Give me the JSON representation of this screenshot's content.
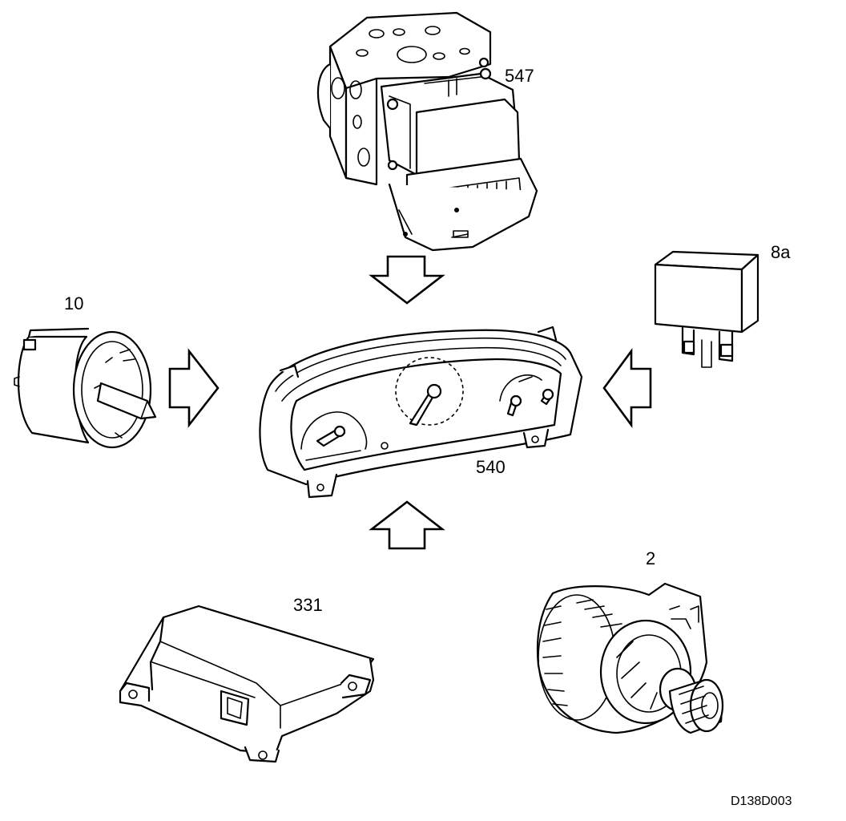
{
  "components": {
    "abs_unit": {
      "label": "547"
    },
    "relay": {
      "label": "8a"
    },
    "light_switch": {
      "label": "10"
    },
    "instrument_cluster": {
      "label": "540"
    },
    "alternator": {
      "label": "2"
    },
    "airbag_module": {
      "label": "331"
    }
  },
  "reference": "D138D003"
}
